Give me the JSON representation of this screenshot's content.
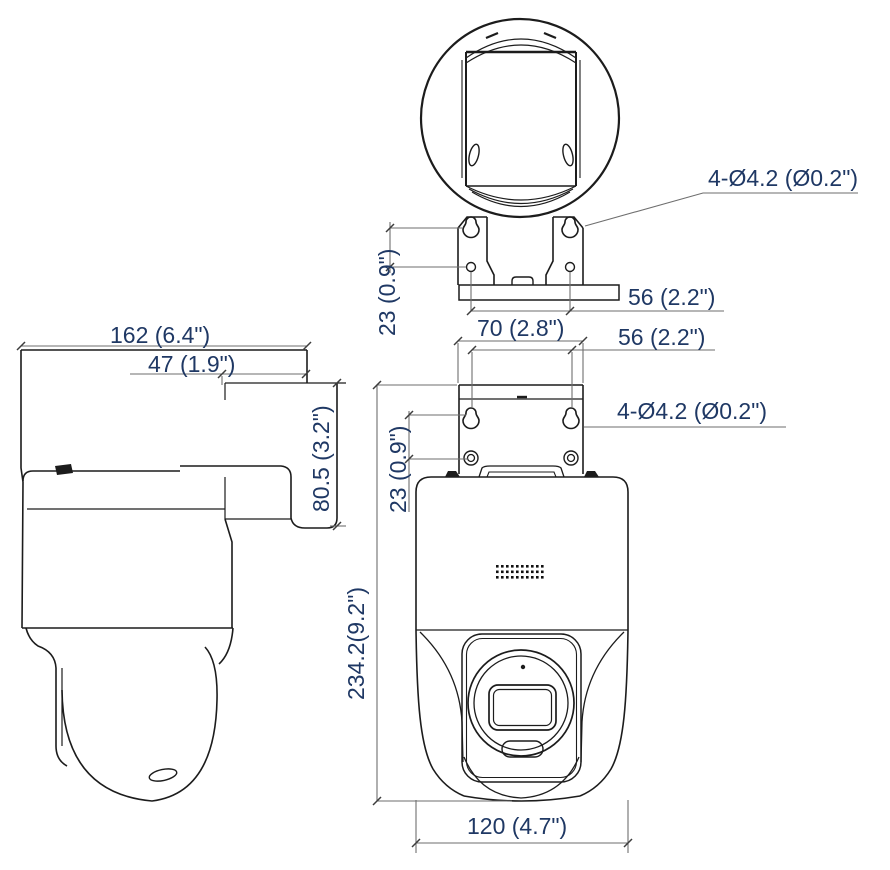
{
  "drawing": {
    "kind": "technical-dimension-drawing",
    "units_note": "millimetres (inches)",
    "colors": {
      "background": "#ffffff",
      "object_line": "#1c1c1c",
      "dimension_line": "#6e6e6e",
      "dimension_text": "#1f3864"
    }
  },
  "dims": {
    "side_width": "162 (6.4\")",
    "side_front_depth": "47 (1.9\")",
    "side_plate_height": "80.5 (3.2\")",
    "mount_hole_note_top": "4-Ø4.2 (Ø0.2\")",
    "rear_hole_spacing": "56 (2.2\")",
    "rear_hole_offset": "23 (0.9\")",
    "front_bracket_width": "70 (2.8\")",
    "front_hole_spacing": "56 (2.2\")",
    "mount_hole_note_front": "4-Ø4.2 (Ø0.2\")",
    "front_hole_offset": "23 (0.9\")",
    "total_height": "234.2(9.2\")",
    "body_width": "120 (4.7\")"
  }
}
